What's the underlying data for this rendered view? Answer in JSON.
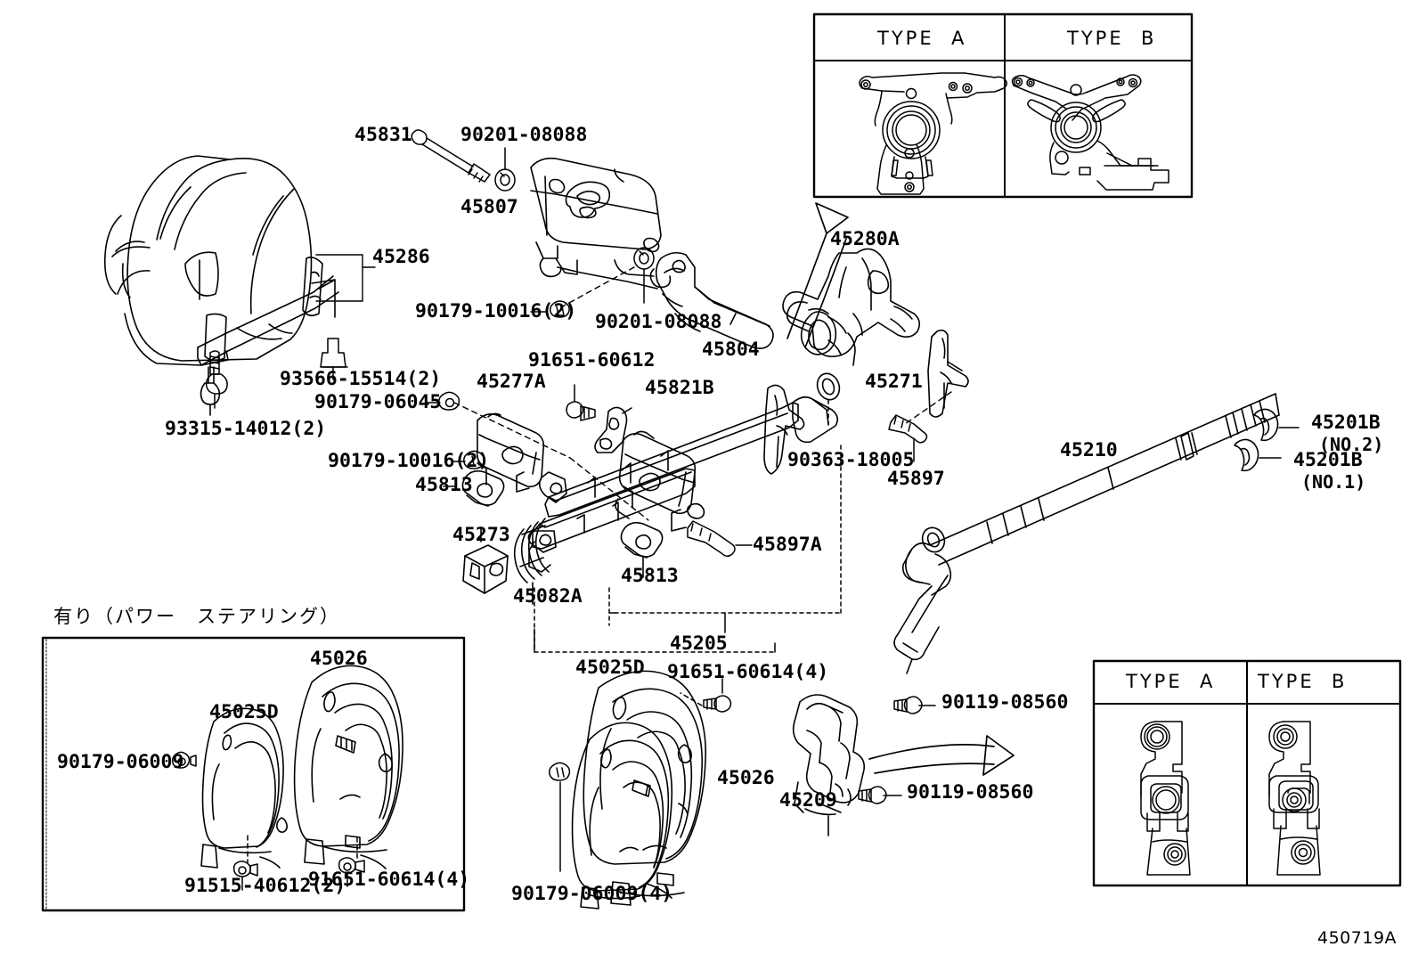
{
  "diagram": {
    "number": "450719A",
    "note_jp": "有り（パワー　ステアリング）"
  },
  "type_panels": {
    "top": {
      "a": "TYPE  A",
      "b": "TYPE  B"
    },
    "bottom": {
      "a": "TYPE  A",
      "b": "TYPE  B"
    }
  },
  "parts": [
    {
      "id": "p-45831",
      "code": "45831"
    },
    {
      "id": "p-90201-08088a",
      "code": "90201-08088"
    },
    {
      "id": "p-45807",
      "code": "45807"
    },
    {
      "id": "p-45286",
      "code": "45286"
    },
    {
      "id": "p-90179-10016a",
      "code": "90179-10016(2)"
    },
    {
      "id": "p-90201-08088b",
      "code": "90201-08088"
    },
    {
      "id": "p-45804",
      "code": "45804"
    },
    {
      "id": "p-45280A",
      "code": "45280A"
    },
    {
      "id": "p-45271",
      "code": "45271"
    },
    {
      "id": "p-93566-15514",
      "code": "93566-15514(2)"
    },
    {
      "id": "p-90179-06045",
      "code": "90179-06045"
    },
    {
      "id": "p-93315-14012",
      "code": "93315-14012(2)"
    },
    {
      "id": "p-45277A",
      "code": "45277A"
    },
    {
      "id": "p-91651-60612",
      "code": "91651-60612"
    },
    {
      "id": "p-45821B",
      "code": "45821B"
    },
    {
      "id": "p-90179-10016b",
      "code": "90179-10016(2)"
    },
    {
      "id": "p-45813a",
      "code": "45813"
    },
    {
      "id": "p-90363-18005",
      "code": "90363-18005"
    },
    {
      "id": "p-45897",
      "code": "45897"
    },
    {
      "id": "p-45210",
      "code": "45210"
    },
    {
      "id": "p-45201B-2",
      "code": "45201B"
    },
    {
      "id": "p-45201B-2n",
      "code": "(NO.2)"
    },
    {
      "id": "p-45201B-1",
      "code": "45201B"
    },
    {
      "id": "p-45201B-1n",
      "code": "(NO.1)"
    },
    {
      "id": "p-45273",
      "code": "45273"
    },
    {
      "id": "p-45082A",
      "code": "45082A"
    },
    {
      "id": "p-45813b",
      "code": "45813"
    },
    {
      "id": "p-45897A",
      "code": "45897A"
    },
    {
      "id": "p-45205",
      "code": "45205"
    },
    {
      "id": "p-45025D-c",
      "code": "45025D"
    },
    {
      "id": "p-91651-60614b",
      "code": "91651-60614(4)"
    },
    {
      "id": "p-45026-c",
      "code": "45026"
    },
    {
      "id": "p-90179-06009b",
      "code": "90179-06009(4)"
    },
    {
      "id": "p-45209",
      "code": "45209"
    },
    {
      "id": "p-90119-08560a",
      "code": "90119-08560"
    },
    {
      "id": "p-90119-08560b",
      "code": "90119-08560"
    },
    {
      "id": "p-45026-l",
      "code": "45026"
    },
    {
      "id": "p-45025D-l",
      "code": "45025D"
    },
    {
      "id": "p-90179-06009a",
      "code": "90179-06009"
    },
    {
      "id": "p-91515-40612",
      "code": "91515-40612(2)"
    },
    {
      "id": "p-91651-60614a",
      "code": "91651-60614(4)"
    }
  ]
}
